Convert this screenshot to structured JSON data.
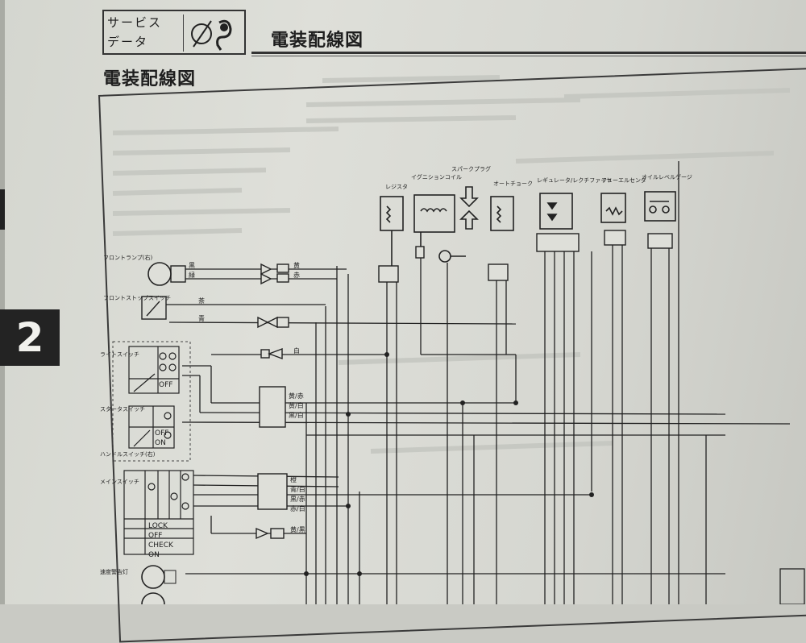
{
  "header": {
    "service_label_line1": "サービス",
    "service_label_line2": "データ",
    "title": "電装配線図"
  },
  "section_title": "電装配線図",
  "chapter_tab": "2",
  "diagram": {
    "components_top": [
      "レジスタ",
      "イグニションコイル",
      "スパークプラグ",
      "オートチョーク",
      "レギュレータ/レクチファイヤ",
      "フューエルセンダ",
      "オイルレベルゲージ"
    ],
    "left_components": [
      "フロントランプ(右)",
      "フロントストップスイッチ",
      "ライトスイッチ",
      "スタータスイッチ",
      "メインスイッチ",
      "ハンドルスイッチ(右)",
      "速度警告灯"
    ],
    "switch_rows": [
      "OFF",
      "ON"
    ],
    "main_switch_rows": [
      "LOCK",
      "OFF",
      "CHECK",
      "ON"
    ],
    "wire_labels": [
      "黒",
      "緑",
      "黄",
      "赤",
      "茶",
      "青",
      "白",
      "橙",
      "黄/赤",
      "黄/白",
      "黒/白",
      "青/白",
      "黒/赤",
      "赤/白",
      "黄/黒"
    ]
  },
  "colors": {
    "ink": "#1e1e1e",
    "paper": "#dedfd9",
    "tab": "#232323"
  }
}
